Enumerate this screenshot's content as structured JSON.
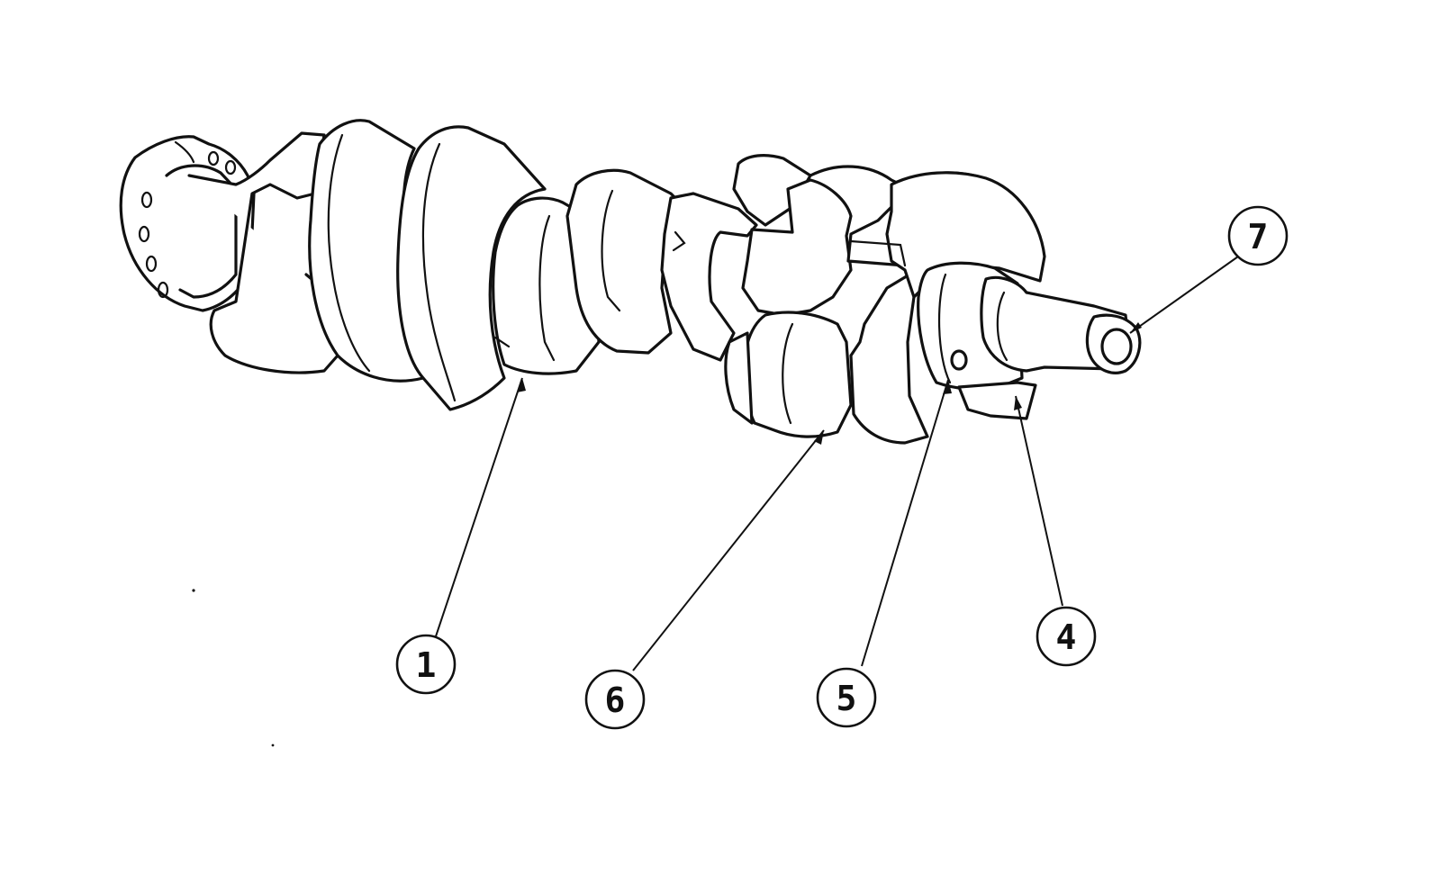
{
  "figure": {
    "subject": "crankshaft",
    "colors": {
      "ink": "#111111",
      "paper": "#ffffff"
    }
  },
  "callouts": [
    {
      "id": "1",
      "label": "1"
    },
    {
      "id": "6",
      "label": "6"
    },
    {
      "id": "5",
      "label": "5"
    },
    {
      "id": "4",
      "label": "4"
    },
    {
      "id": "7",
      "label": "7"
    }
  ]
}
